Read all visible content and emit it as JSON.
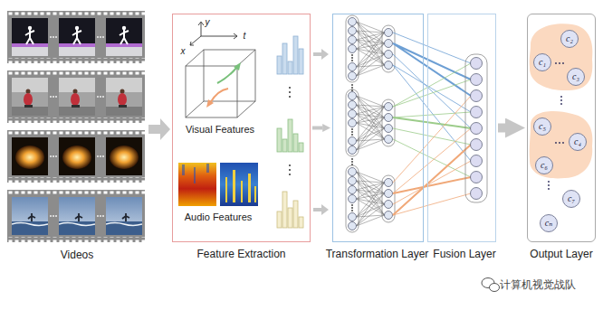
{
  "diagram": {
    "nodes": [
      {
        "text": [
          "Feature Extraction"
        ]
      },
      {
        "text": [
          "Transformation Layer"
        ]
      },
      {
        "text": [
          "Fusion Layer"
        ]
      },
      {
        "text": [
          "Output Layer"
        ]
      },
      {
        "text": [
          "c₂"
        ],
        "in": 3
      },
      {
        "text": [
          "c₁"
        ],
        "in": 3
      },
      {
        "text": [
          "c₃"
        ],
        "in": 3
      },
      {
        "text": [
          "c₅"
        ],
        "in": 3
      },
      {
        "text": [
          "c₄"
        ],
        "in": 3
      },
      {
        "text": [
          "c₆"
        ],
        "in": 3
      },
      {
        "text": [
          "c₇"
        ],
        "in": 3
      },
      {
        "text": [
          "cₙ"
        ],
        "in": 3
      }
    ],
    "edges": [
      {
        "from": 0,
        "to": 1,
        "arrow": "to"
      },
      {
        "from": 2,
        "to": 3,
        "arrow": "to"
      }
    ],
    "labels": [
      "Videos",
      "y",
      "x",
      "t",
      "Visual Features",
      "Audio Features",
      "计算机视觉战队"
    ]
  }
}
